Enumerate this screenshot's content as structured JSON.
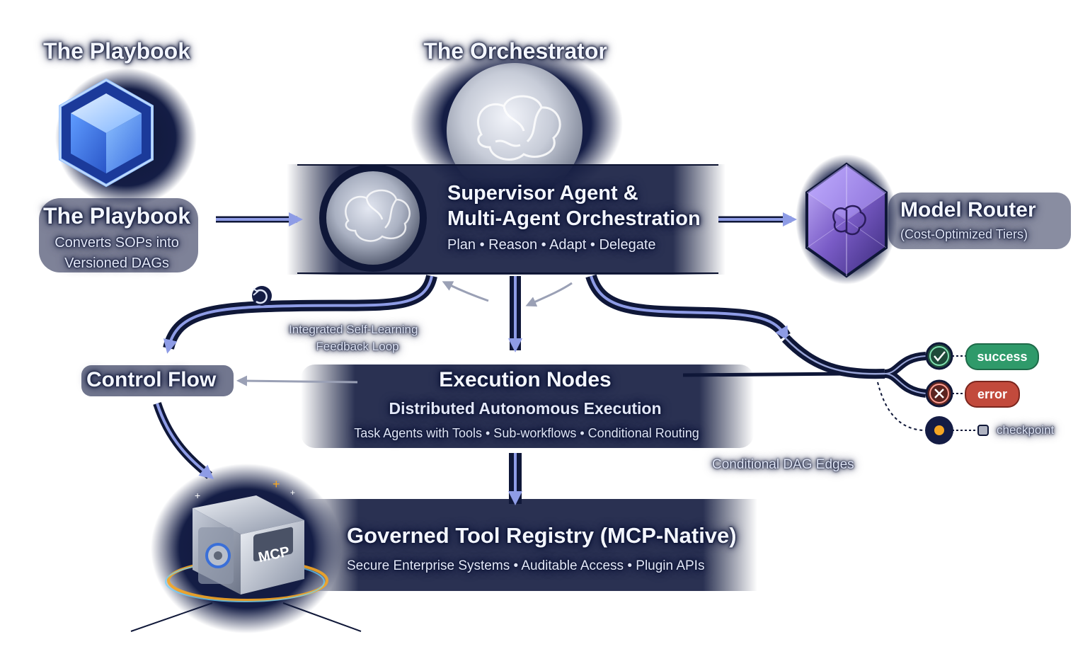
{
  "playbook": {
    "header": "The Playbook",
    "title": "The Playbook",
    "desc_line1": "Converts SOPs into",
    "desc_line2": "Versioned DAGs"
  },
  "orchestrator": {
    "header": "The Orchestrator",
    "title_line1": "Supervisor Agent &",
    "title_line2": "Multi-Agent Orchestration",
    "tagline": "Plan • Reason • Adapt • Delegate"
  },
  "router": {
    "title": "Model Router",
    "subtitle": "(Cost-Optimized Tiers)"
  },
  "feedback": {
    "line1": "Integrated Self-Learning",
    "line2": "Feedback Loop"
  },
  "control_flow": {
    "title": "Control Flow"
  },
  "execution": {
    "title": "Execution Nodes",
    "subtitle": "Distributed Autonomous Execution",
    "detail": "Task Agents with Tools • Sub-workflows • Conditional Routing"
  },
  "outcomes": {
    "success": "success",
    "error": "error",
    "checkpoint": "checkpoint",
    "edges_label": "Conditional DAG Edges"
  },
  "registry": {
    "title": "Governed Tool Registry (MCP-Native)",
    "detail": "Secure Enterprise Systems • Auditable Access • Plugin APIs",
    "badge": "MCP"
  },
  "colors": {
    "navy": "#0f1738",
    "arrow": "#8e9ce6",
    "success": "#2f9a6a",
    "error": "#c24a3c",
    "checkpoint": "#f5a623",
    "crystal": "#7a5cc7"
  }
}
